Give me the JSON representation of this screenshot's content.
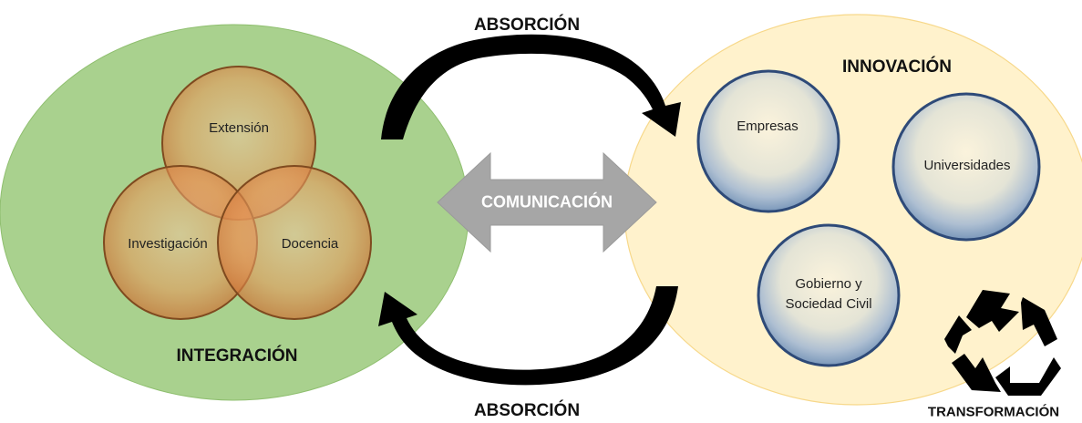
{
  "integration": {
    "title": "INTEGRACIÓN",
    "circles": [
      "Extensión",
      "Investigación",
      "Docencia"
    ]
  },
  "innovation": {
    "title": "INNOVACIÓN",
    "circles": [
      "Empresas",
      "Universidades",
      "Gobierno y",
      "Sociedad Civil"
    ]
  },
  "arrows": {
    "top_label": "ABSORCIÓN",
    "bottom_label": "ABSORCIÓN",
    "center_label": "COMUNICACIÓN"
  },
  "transformation": {
    "label": "TRANSFORMACIÓN",
    "icon": "recycle-icon"
  },
  "colors": {
    "integration_fill": "#a9d18e",
    "innovation_fill": "#fff2cc",
    "venn_circle": "#f4b183",
    "venn_stroke": "#7f4a1f",
    "blue_circle": "#d6dce5",
    "blue_stroke": "#2e4a78",
    "center_arrow": "#a6a6a6"
  }
}
